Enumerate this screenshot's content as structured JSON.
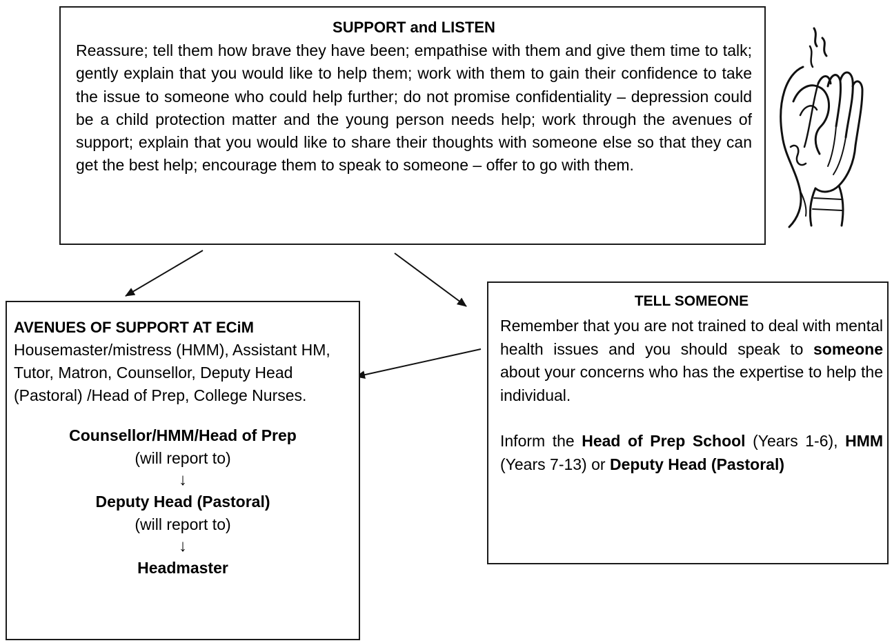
{
  "support": {
    "title": "SUPPORT and LISTEN",
    "body": "Reassure; tell them how brave they have been; empathise with them and give them time to talk; gently explain that you would like to help them; work with them to gain their confidence to take the issue to someone who could help further; do not promise confidentiality – depression could be a child protection matter and the young person needs help; work through the avenues of support; explain that you would like to share their thoughts with someone else so that they can get the best help; encourage them to speak to someone – offer to go with them."
  },
  "avenues": {
    "title": "AVENUES OF SUPPORT AT ECiM",
    "body": "Housemaster/mistress (HMM), Assistant HM, Tutor, Matron, Counsellor, Deputy Head (Pastoral) /Head of Prep, College Nurses.",
    "chain": {
      "level1": "Counsellor/HMM/Head of Prep",
      "report1": "(will report to)",
      "arrow": "↓",
      "level2": "Deputy Head (Pastoral)",
      "report2": "(will report to)",
      "level3": "Headmaster"
    }
  },
  "tell": {
    "title": "TELL SOMEONE",
    "p1_before": "Remember that you are not trained to deal with mental health issues and you should speak to ",
    "p1_bold": "someone",
    "p1_after": " about your concerns who has the expertise to help the individual.",
    "p2_a": "Inform the ",
    "p2_b": "Head of Prep School",
    "p2_c": " (Years 1-6), ",
    "p2_d": "HMM",
    "p2_e": " (Years 7-13) or ",
    "p2_f": "Deputy Head (Pastoral)"
  },
  "illustration": {
    "icon": "ear-with-cupped-hand-icon"
  }
}
